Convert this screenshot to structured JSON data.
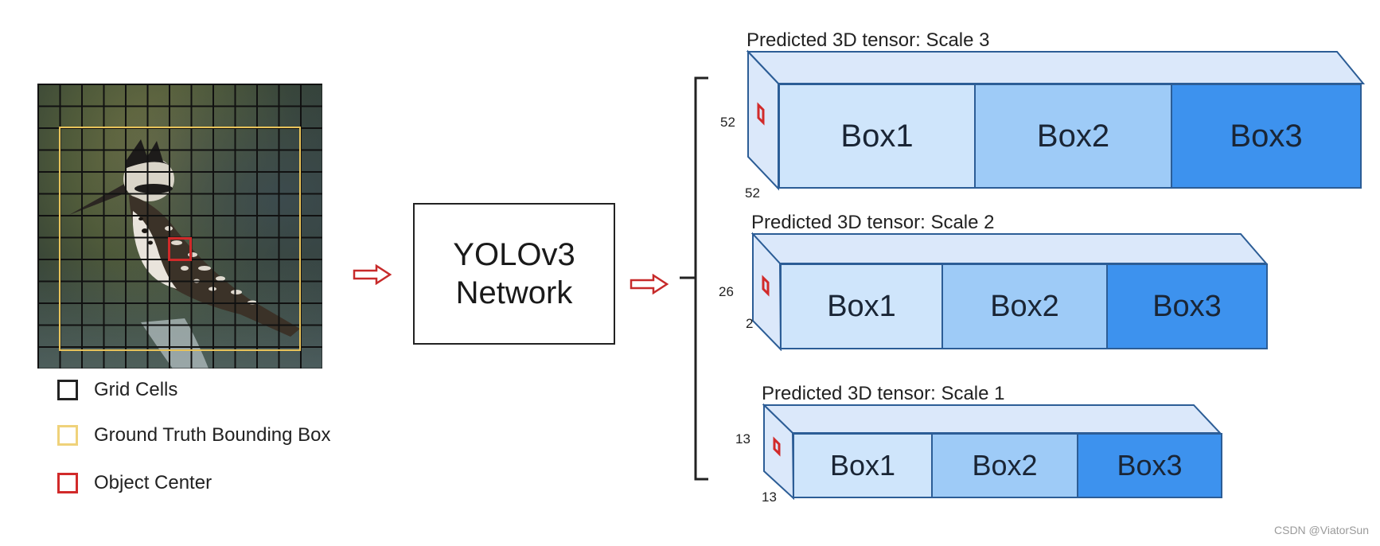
{
  "legend": [
    {
      "label": "Grid Cells",
      "color": "#222222"
    },
    {
      "label": "Ground Truth Bounding Box",
      "color": "#efd27a"
    },
    {
      "label": "Object Center",
      "color": "#d12a2a"
    }
  ],
  "network": {
    "line1": "YOLOv3",
    "line2": "Network"
  },
  "tensors": [
    {
      "title": "Predicted 3D tensor: Scale 3",
      "dim_side": "52",
      "dim_bottom": "52",
      "boxes": [
        "Box1",
        "Box2",
        "Box3"
      ]
    },
    {
      "title": "Predicted 3D tensor: Scale 2",
      "dim_side": "26",
      "dim_bottom": "2",
      "boxes": [
        "Box1",
        "Box2",
        "Box3"
      ]
    },
    {
      "title": "Predicted 3D tensor: Scale 1",
      "dim_side": "13",
      "dim_bottom": "13",
      "boxes": [
        "Box1",
        "Box2",
        "Box3"
      ]
    }
  ],
  "colors": {
    "box1": "#cfe5fb",
    "box2": "#9ecbf7",
    "box3": "#3d92ee",
    "tensor_side": "#dbe8fa",
    "tensor_border": "#2c5d96",
    "arrow": "#c72a2a"
  },
  "watermark": "CSDN @ViatorSun"
}
